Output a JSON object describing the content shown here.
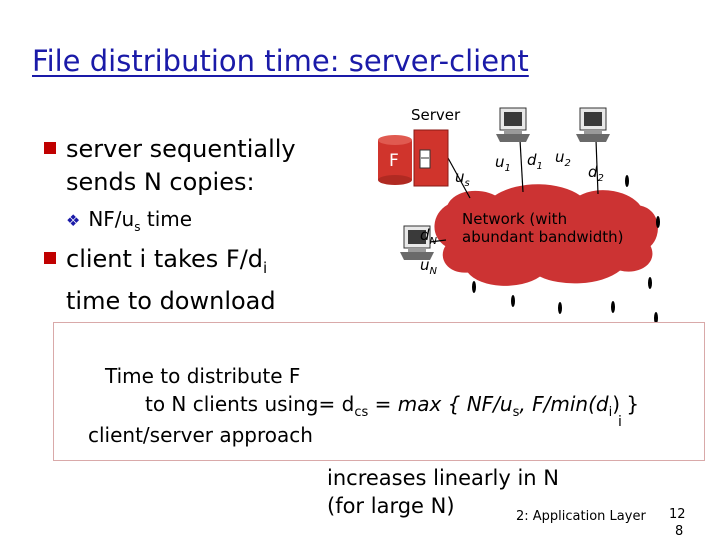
{
  "slide": {
    "title": "File distribution time: server-client",
    "bullets": [
      {
        "main": "server sequentially",
        "cont": "sends N copies:"
      },
      {
        "main": "client i takes F/d",
        "sub": "i",
        "cont": "time to download"
      }
    ],
    "subbullet": {
      "text": "NF/u",
      "sub": "s",
      "tail": " time"
    }
  },
  "diagram": {
    "server_label": "Server",
    "file_label": "F",
    "us_label": "u",
    "us_sub": "s",
    "u1_label": "u",
    "u1_sub": "1",
    "d1_label": "d",
    "d1_sub": "1",
    "u2_label": "u",
    "u2_sub": "2",
    "d2_label": "d",
    "d2_sub": "2",
    "dN_label": "d",
    "dN_sub": "N",
    "uN_label": "u",
    "uN_sub": "N",
    "network_line1": "Network (with",
    "network_line2": "abundant bandwidth)"
  },
  "formula": {
    "line1": "Time to  distribute F",
    "line2a": "to N clients using",
    "line2b": "= d",
    "line2b_sub": "cs",
    "line2c": " = max { NF/u",
    "line2c_sub": "s",
    "line2d": ", F/min(d",
    "line2d_sub": "i",
    "line2e": ") }",
    "under_i": "i",
    "line3": "client/server approach"
  },
  "note": {
    "line1": "increases linearly in N",
    "line2": "(for large N)"
  },
  "footer": {
    "label": "2: Application Layer",
    "page_top": "12",
    "page_bottom": "8"
  },
  "colors": {
    "title": "#1a1aa8",
    "bullet": "#c00000",
    "network": "#cc3333",
    "server": "#d0342c"
  }
}
